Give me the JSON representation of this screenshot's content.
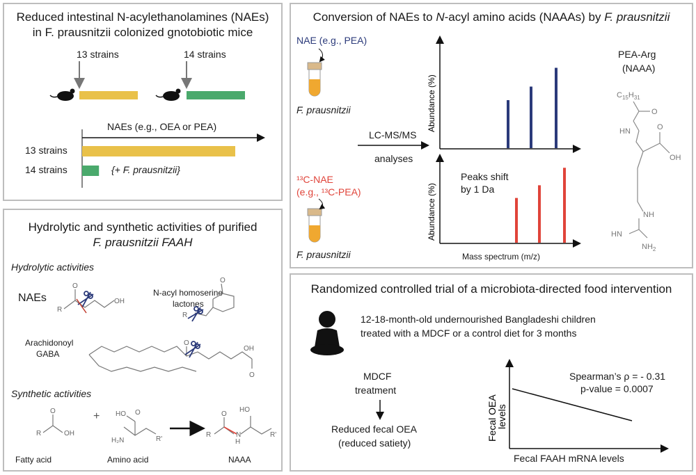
{
  "panel1": {
    "title_line1": "Reduced intestinal N-acylethanolamines (NAEs)",
    "title_line2": "in F. prausnitzii colonized gnotobiotic mice",
    "group1_label": "13 strains",
    "group2_label": "14 strains",
    "axis_label": "NAEs (e.g., OEA or PEA)",
    "bar1_label": "13 strains",
    "bar2_label": "14 strains",
    "bar2_note": "{+ F. prausnitzii}",
    "bar_values": {
      "13 strains": 1.0,
      "14 strains": 0.11
    },
    "colors": {
      "strains13": "#e9c14a",
      "strains14": "#4aa96c"
    }
  },
  "panel2": {
    "title_prefix": "Conversion of NAEs to ",
    "title_italic": "N",
    "title_suffix": "-acyl amino acids (NAAAs) by ",
    "title_organism": "F. prausnitzii",
    "input1_line1": "NAE (e.g., PEA)",
    "organism1": "F. prausnitzii",
    "input2_line1": "¹³C-NAE",
    "input2_line2": "(e.g., ¹³C-PEA)",
    "organism2": "F. prausnitzii",
    "method_line1": "LC-MS/MS",
    "method_line2": "analyses",
    "y_label_top": "Abundance (%)",
    "y_label_bottom": "Abundance (%)",
    "x_label": "Mass spectrum (m/z)",
    "shift_line1": "Peaks shift",
    "shift_line2": "by 1 Da",
    "product_line1": "PEA-Arg",
    "product_line2": "(NAAA)",
    "struct_c15": "C",
    "struct_c15_sub": "15",
    "struct_h31": "H",
    "struct_h31_sub": "31",
    "struct_o1": "O",
    "struct_hn": "HN",
    "struct_o2": "O",
    "struct_oh": "OH",
    "struct_nh": "NH",
    "struct_hn2": "HN",
    "struct_nh2": "NH",
    "struct_nh2_sub": "2",
    "peaks_top": [
      0.46,
      0.59,
      0.77
    ],
    "peaks_bottom": [
      0.46,
      0.59,
      0.77
    ],
    "colors": {
      "unlabeled": "#2b3a7a",
      "labeled": "#e0443a"
    }
  },
  "panel3": {
    "title_line1": "Hydrolytic and synthetic activities of purified",
    "title_line2": "F. prausnitzii FAAH",
    "section1": "Hydrolytic activities",
    "nae_label": "NAEs",
    "ahl_line1": "N-acyl homoserine",
    "ahl_line2": "lactones",
    "gaba_line1": "Arachidonoyl",
    "gaba_line2": "GABA",
    "section2": "Synthetic activities",
    "fatty_acid": "Fatty acid",
    "amino_acid": "Amino acid",
    "naaa": "NAAA",
    "plus": "+",
    "atom_r": "R",
    "atom_o": "O",
    "atom_oh": "OH",
    "atom_h": "H",
    "atom_n": "N",
    "atom_ho": "HO",
    "atom_h2n": "H₂N",
    "atom_rp": "R'"
  },
  "panel4": {
    "title": "Randomized controlled trial of a microbiota-directed food intervention",
    "desc_line1": "12-18-month-old undernourished Bangladeshi children",
    "desc_line2": "treated with a MDCF or a control diet for 3 months",
    "treat_line1": "MDCF",
    "treat_line2": "treatment",
    "result_line1": "Reduced fecal OEA",
    "result_line2": "(reduced satiety)",
    "y_label_line1": "Fecal OEA",
    "y_label_line2": "levels",
    "x_label": "Fecal FAAH mRNA levels",
    "stat1": "Spearman’s ρ = - 0.31",
    "stat2": "p-value = 0.0007"
  }
}
